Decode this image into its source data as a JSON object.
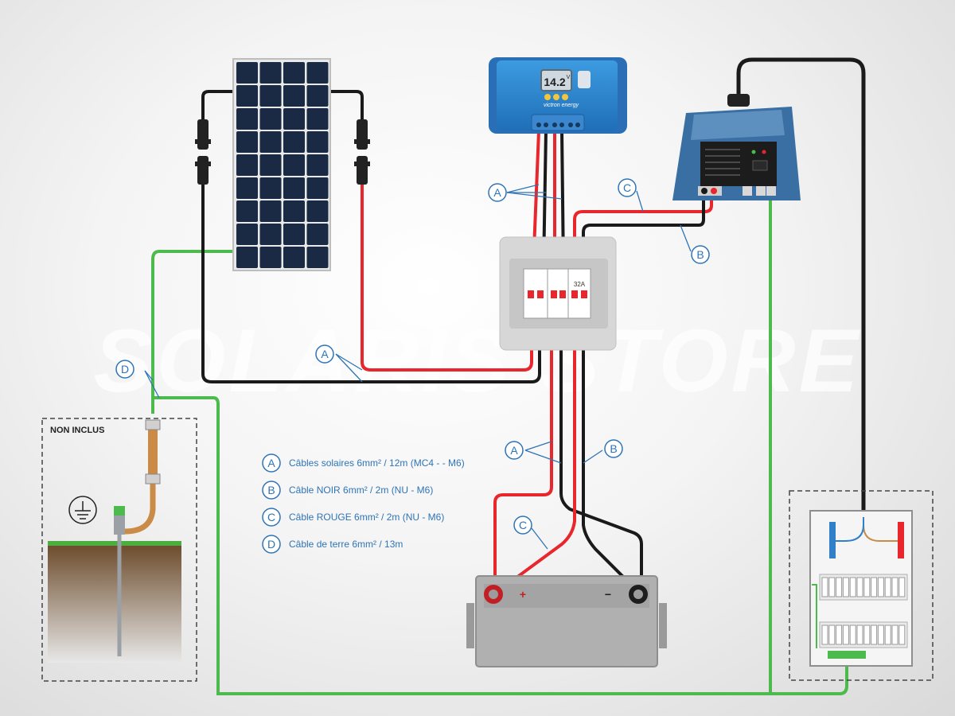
{
  "watermark": "SOLARIS STORE",
  "colors": {
    "red": "#e8262b",
    "black": "#1a1a1a",
    "green": "#4cba4c",
    "blue": "#2f80c8",
    "label_blue": "#2f74b5"
  },
  "regulator": {
    "display": "14.2",
    "display_unit": "V",
    "brand": "victron energy"
  },
  "breaker": {
    "rating": "32A"
  },
  "ground_box": {
    "title": "NON INCLUS"
  },
  "battery": {
    "plus": "+",
    "minus": "−"
  },
  "callouts": [
    {
      "letter": "A"
    },
    {
      "letter": "B"
    },
    {
      "letter": "C"
    },
    {
      "letter": "D"
    }
  ],
  "legend": [
    {
      "letter": "A",
      "text": "Câbles solaires 6mm² / 12m (MC4 - - M6)"
    },
    {
      "letter": "B",
      "text": "Câble NOIR 6mm² / 2m (NU - M6)"
    },
    {
      "letter": "C",
      "text": "Câble ROUGE 6mm² / 2m (NU - M6)"
    },
    {
      "letter": "D",
      "text": "Câble de terre 6mm² / 13m"
    }
  ]
}
